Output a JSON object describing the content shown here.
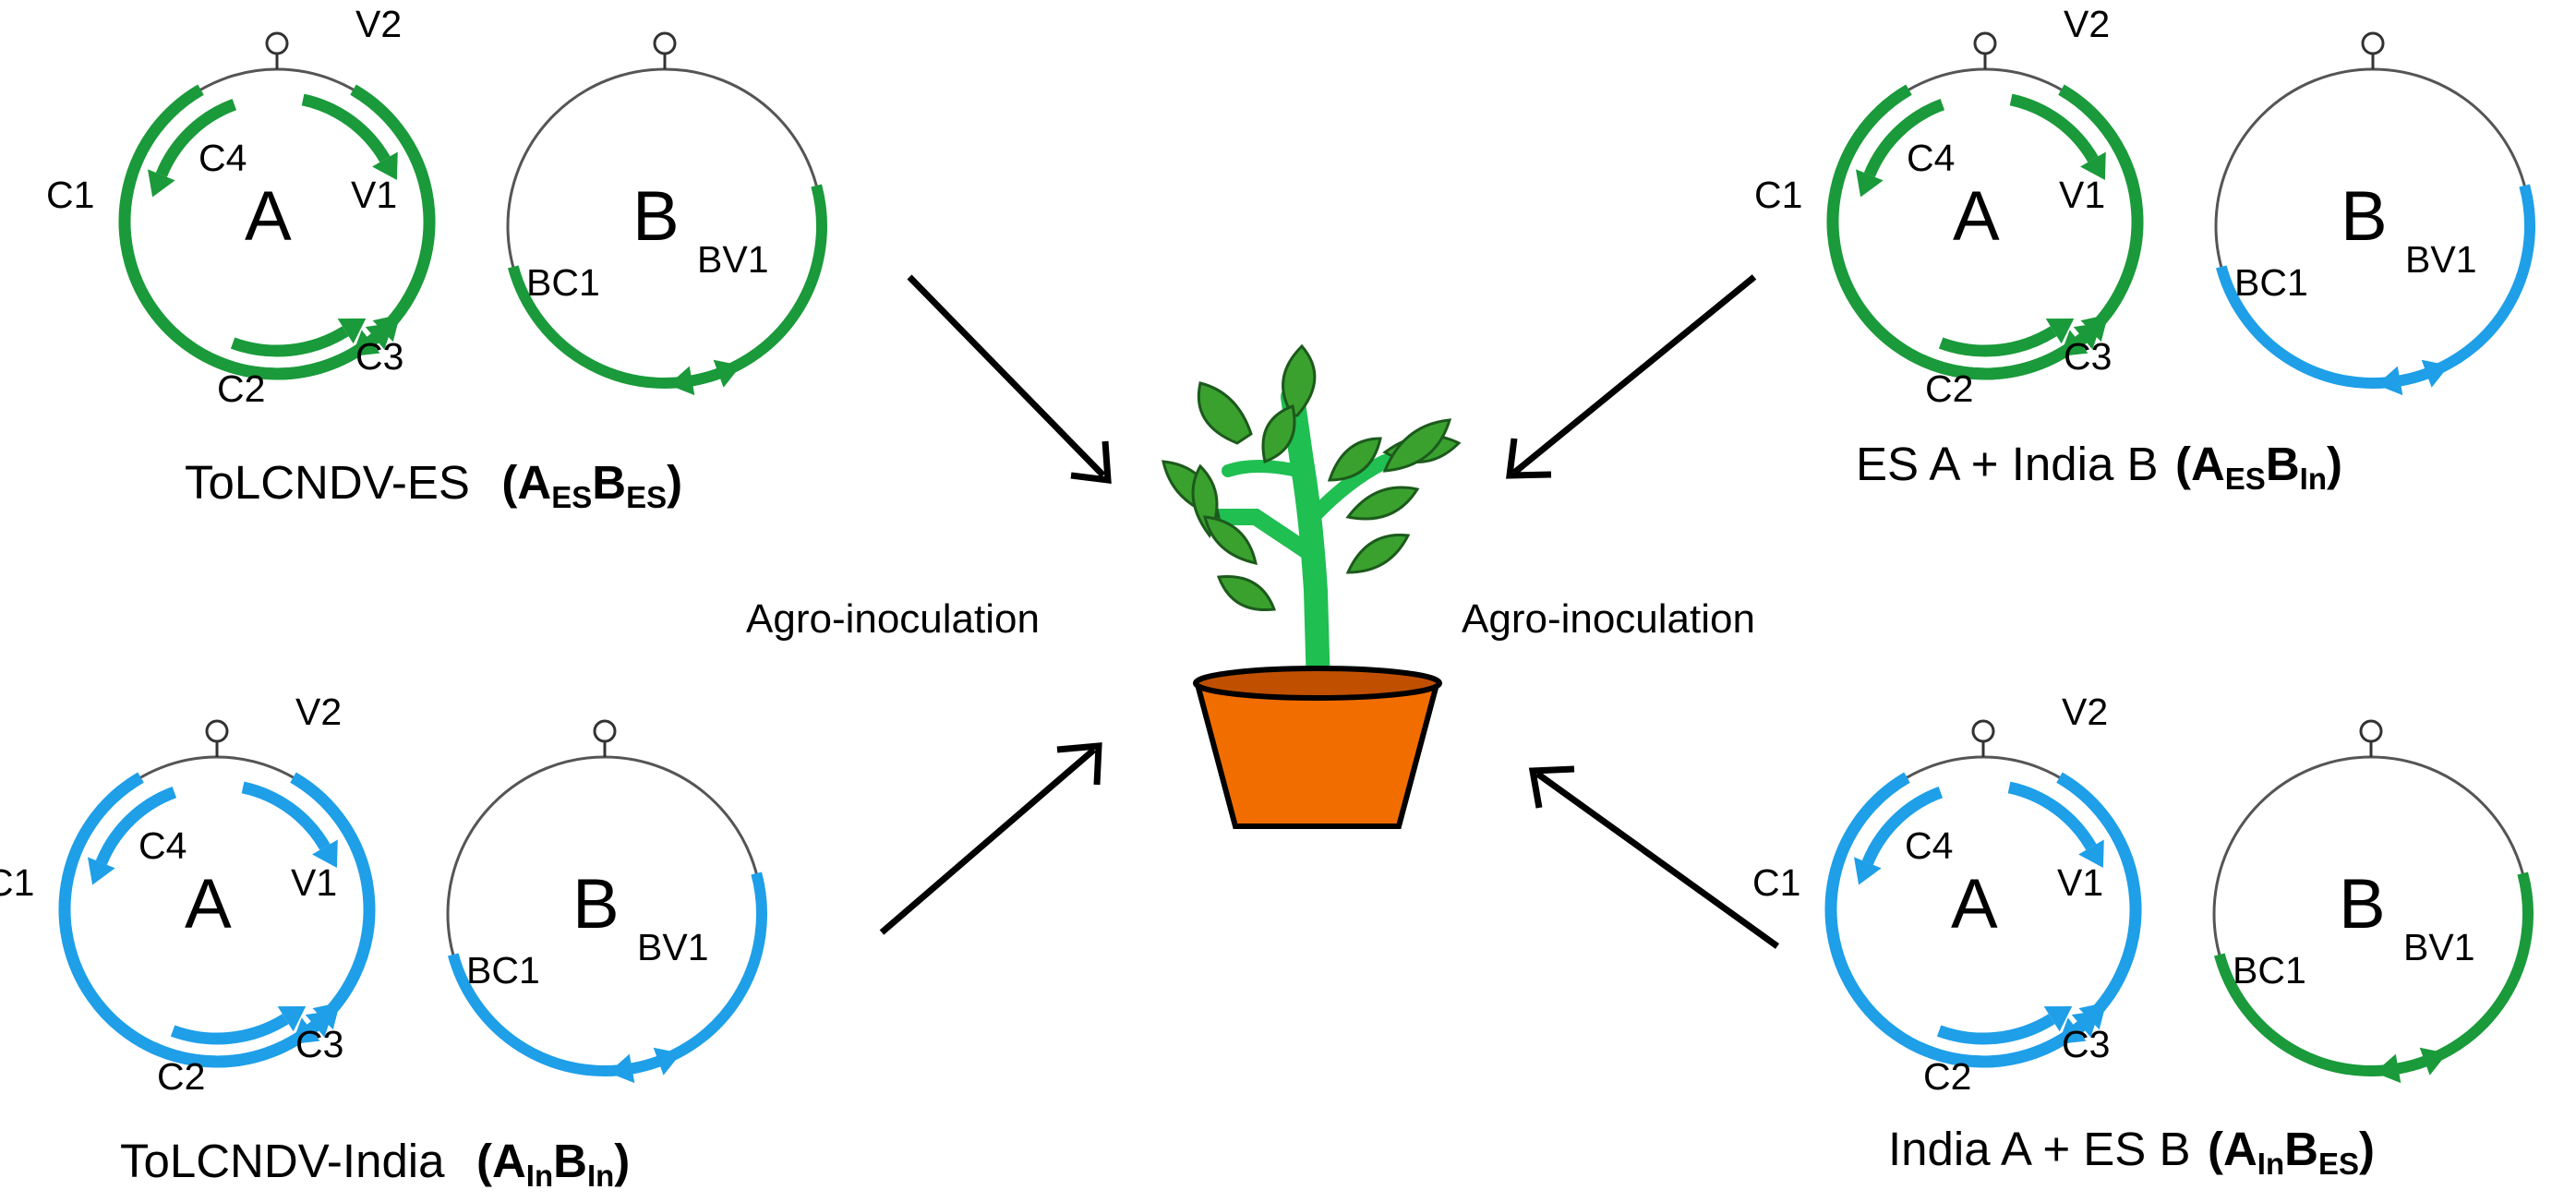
{
  "colors": {
    "es": "#1a9a3a",
    "india": "#1e9fe8",
    "pot": "#f26d00",
    "leaf": "#3aa12f",
    "stem": "#1fbf52"
  },
  "labels": {
    "a_letter": "A",
    "b_letter": "B",
    "c1": "C1",
    "c2": "C2",
    "c3": "C3",
    "c4": "C4",
    "v1": "V1",
    "v2": "V2",
    "bc1": "BC1",
    "bv1": "BV1",
    "agro_left": "Agro-inoculation",
    "agro_right": "Agro-inoculation"
  },
  "panels": [
    {
      "caption": "ToLCNDV-ES",
      "a_sub": "ES",
      "b_sub": "ES"
    },
    {
      "caption": "ES A + India B",
      "a_sub": "ES",
      "b_sub": "In"
    },
    {
      "caption": "ToLCNDV-India",
      "a_sub": "In",
      "b_sub": "In"
    },
    {
      "caption": "India A + ES B",
      "a_sub": "In",
      "b_sub": "ES"
    }
  ],
  "bold_letters": {
    "a": "A",
    "b": "B"
  }
}
